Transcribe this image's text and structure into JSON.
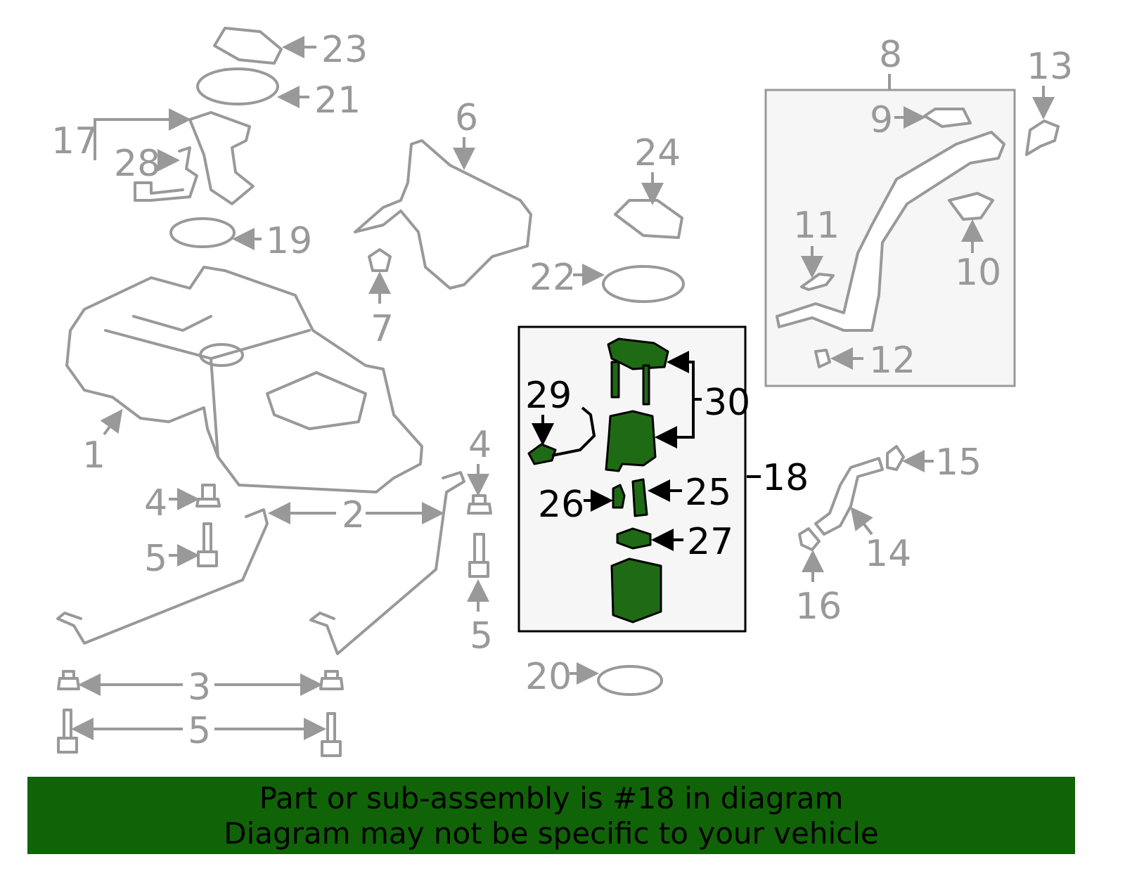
{
  "diagram": {
    "highlight_color": "#1f6a14",
    "line_color": "#999999",
    "callouts": {
      "c1": "1",
      "c2": "2",
      "c3": "3",
      "c4a": "4",
      "c4b": "4",
      "c5a": "5",
      "c5b": "5",
      "c5c": "5",
      "c6": "6",
      "c7": "7",
      "c8": "8",
      "c9": "9",
      "c10": "10",
      "c11": "11",
      "c12": "12",
      "c13": "13",
      "c14": "14",
      "c15": "15",
      "c16": "16",
      "c17": "17",
      "c18": "18",
      "c19": "19",
      "c20": "20",
      "c21": "21",
      "c22": "22",
      "c23": "23",
      "c24": "24",
      "c25": "25",
      "c26": "26",
      "c27": "27",
      "c28": "28",
      "c29": "29",
      "c30": "30"
    }
  },
  "banner": {
    "color": "#116308",
    "line1": "Part or sub-assembly is #18 in diagram",
    "line2": "Diagram may not be specific to your vehicle"
  }
}
